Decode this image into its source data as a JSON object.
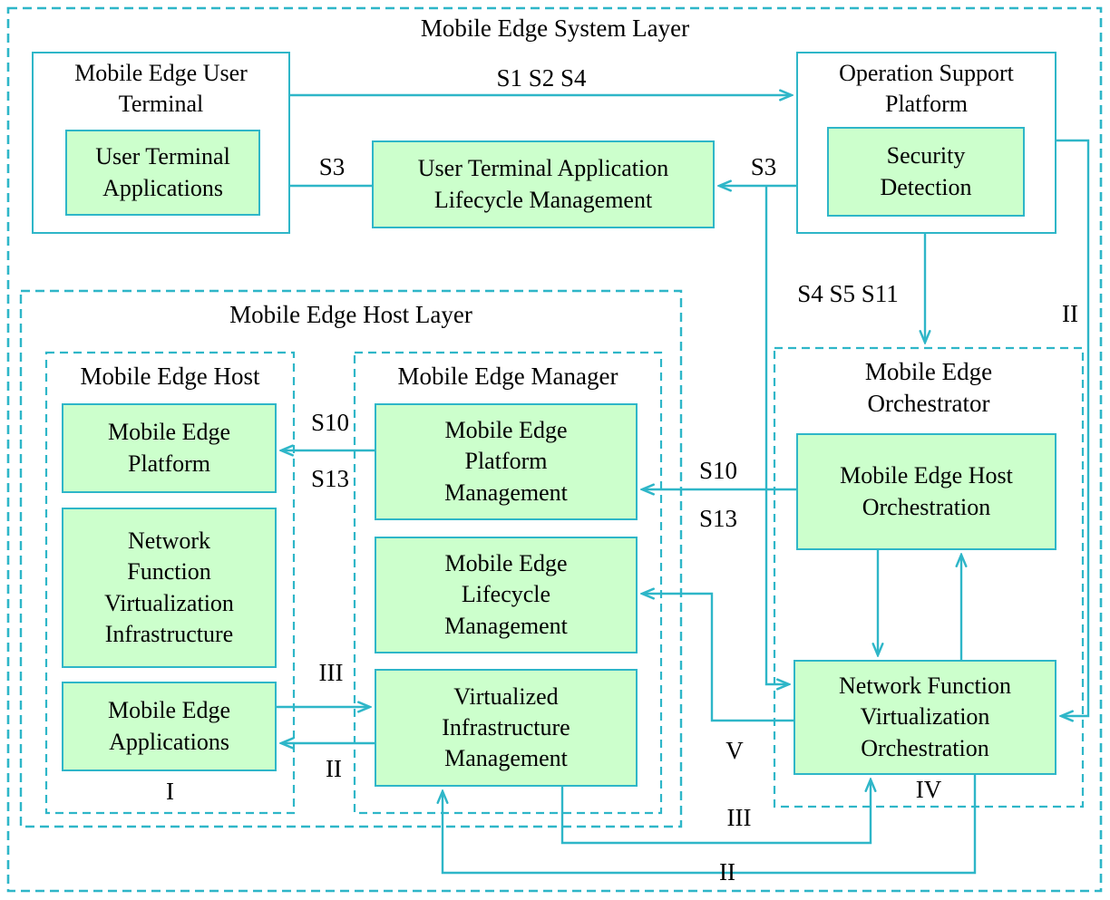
{
  "diagram_title": "Mobile Edge System Layer",
  "colors": {
    "line": "#2eb6c8",
    "node_fill": "#ccffcc",
    "text": "#000000",
    "background": "#ffffff"
  },
  "nodes": {
    "mobile_edge_user_terminal": "Mobile Edge User Terminal",
    "user_terminal_applications": "User Terminal Applications",
    "ut_app_lifecycle_mgmt": "User Terminal Application Lifecycle Management",
    "operation_support_platform": "Operation Support Platform",
    "security_detection": "Security Detection",
    "mobile_edge_host_layer": "Mobile Edge Host Layer",
    "mobile_edge_host": "Mobile Edge Host",
    "mobile_edge_platform": "Mobile Edge Platform",
    "nfv_infrastructure": "Network Function Virtualization Infrastructure",
    "mobile_edge_applications": "Mobile Edge Applications",
    "mobile_edge_manager": "Mobile Edge Manager",
    "me_platform_management": "Mobile Edge Platform Management",
    "me_lifecycle_management": "Mobile Edge Lifecycle Management",
    "virtualized_infra_mgmt": "Virtualized Infrastructure Management",
    "mobile_edge_orchestrator": "Mobile Edge Orchestrator",
    "me_host_orchestration": "Mobile Edge Host Orchestration",
    "nfv_orchestration": "Network Function Virtualization Orchestration"
  },
  "edge_labels": {
    "s1_s2_s4": "S1 S2 S4",
    "s3_left": "S3",
    "s3_right": "S3",
    "s4_s5_s11": "S4 S5 S11",
    "ii_top_right": "II",
    "s10_host": "S10",
    "s13_host": "S13",
    "s10_orchestrator": "S10",
    "s13_orchestrator": "S13",
    "iii_host": "III",
    "ii_host": "II",
    "v_manager": "V",
    "iii_bottom": "III",
    "ii_bottom": "II"
  },
  "region_labels": {
    "host_region": "I",
    "orchestrator_region": "IV"
  }
}
